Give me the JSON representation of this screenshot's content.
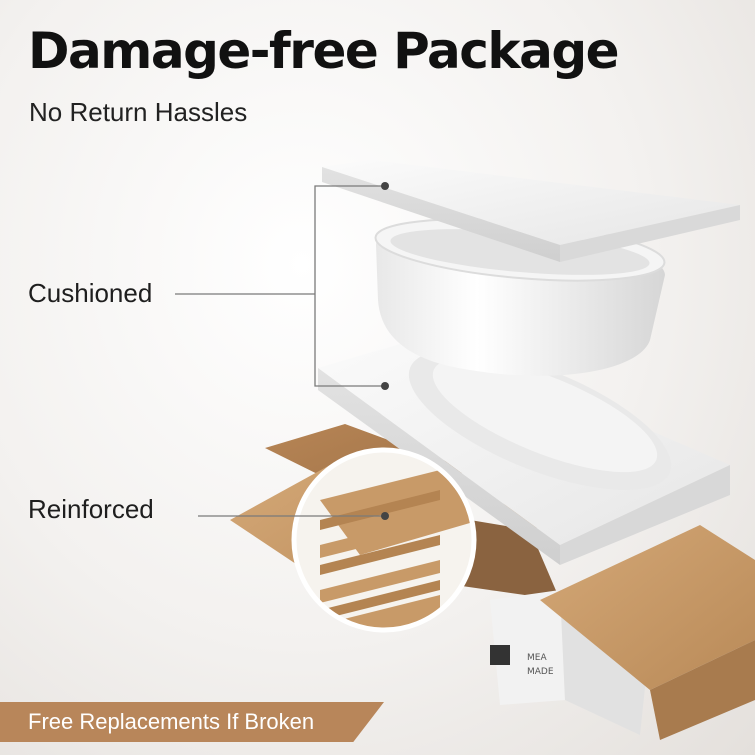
{
  "header": {
    "title": "Damage-free Package",
    "subtitle": "No Return Hassles"
  },
  "callouts": {
    "cushioned": "Cushioned",
    "reinforced": "Reinforced"
  },
  "banner": {
    "text": "Free Replacements If Broken"
  },
  "box_print": {
    "line1": "MEA",
    "line2": "MADE"
  },
  "colors": {
    "banner": "#b8865a",
    "cardboard": "#c59a6a",
    "foam": "#eeeeee"
  }
}
